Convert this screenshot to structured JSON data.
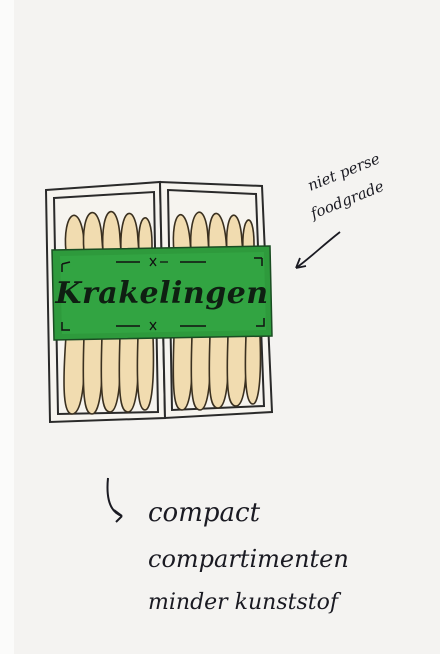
{
  "sketch": {
    "label_text": "Krakelingen",
    "side_note": {
      "line1": "niet perse",
      "line2": "foodgrade"
    },
    "bullet_arrow": "↳",
    "notes": [
      "compact",
      "compartimenten",
      "minder kunststof"
    ]
  },
  "colors": {
    "label_green": "#2e9a3c",
    "label_dark_green": "#1f7a2c",
    "cookie_fill": "#f1dcb0",
    "ink": "#1a1a22"
  }
}
